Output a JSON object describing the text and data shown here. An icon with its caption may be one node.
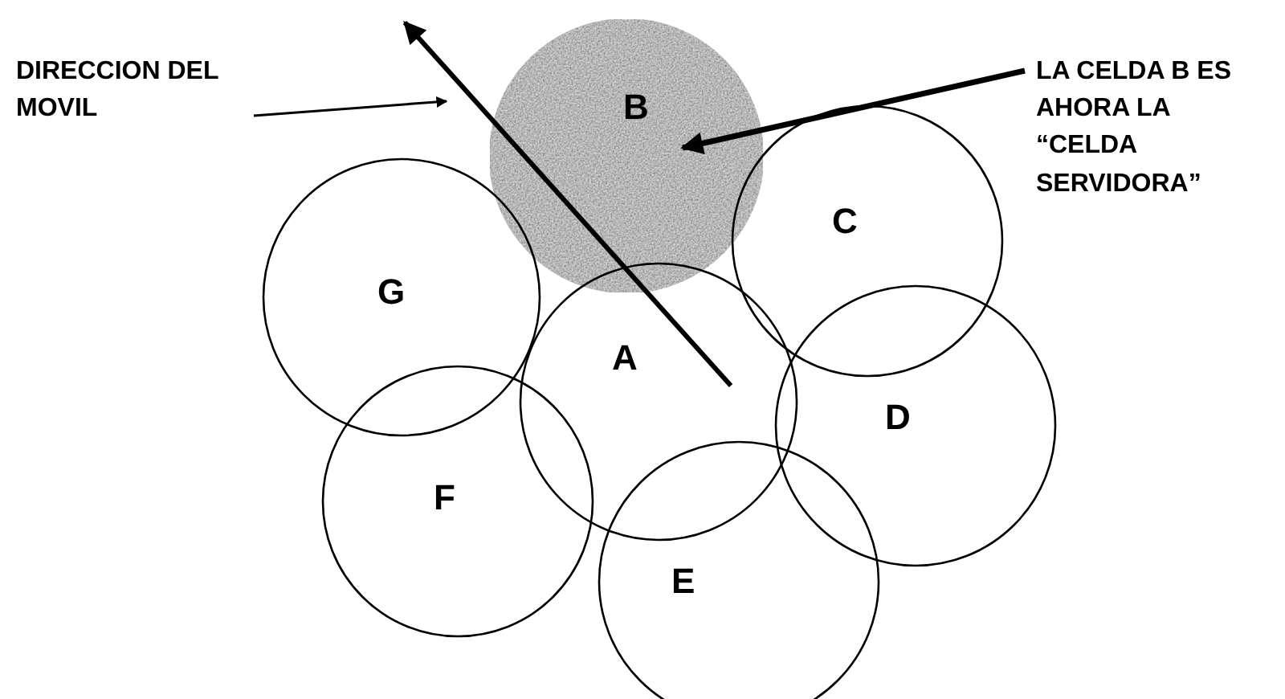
{
  "diagram": {
    "nodes": [
      {
        "text": [
          "DIRECCION DEL MOVIL"
        ]
      },
      {
        "text": [
          "LA CELDA B ES AHORA LA “CELDA SERVIDORA”"
        ]
      },
      {
        "text": [
          "B"
        ]
      },
      {
        "text": [
          "C"
        ]
      },
      {
        "text": [
          "G"
        ]
      },
      {
        "text": [
          "A"
        ]
      },
      {
        "text": [
          "D"
        ]
      },
      {
        "text": [
          "F"
        ]
      },
      {
        "text": [
          "E"
        ]
      }
    ],
    "edges": [
      {
        "from": 0,
        "to": null,
        "arrow": "to"
      },
      {
        "from": 1,
        "to": 2,
        "arrow": "to",
        "style": "thick"
      }
    ]
  }
}
